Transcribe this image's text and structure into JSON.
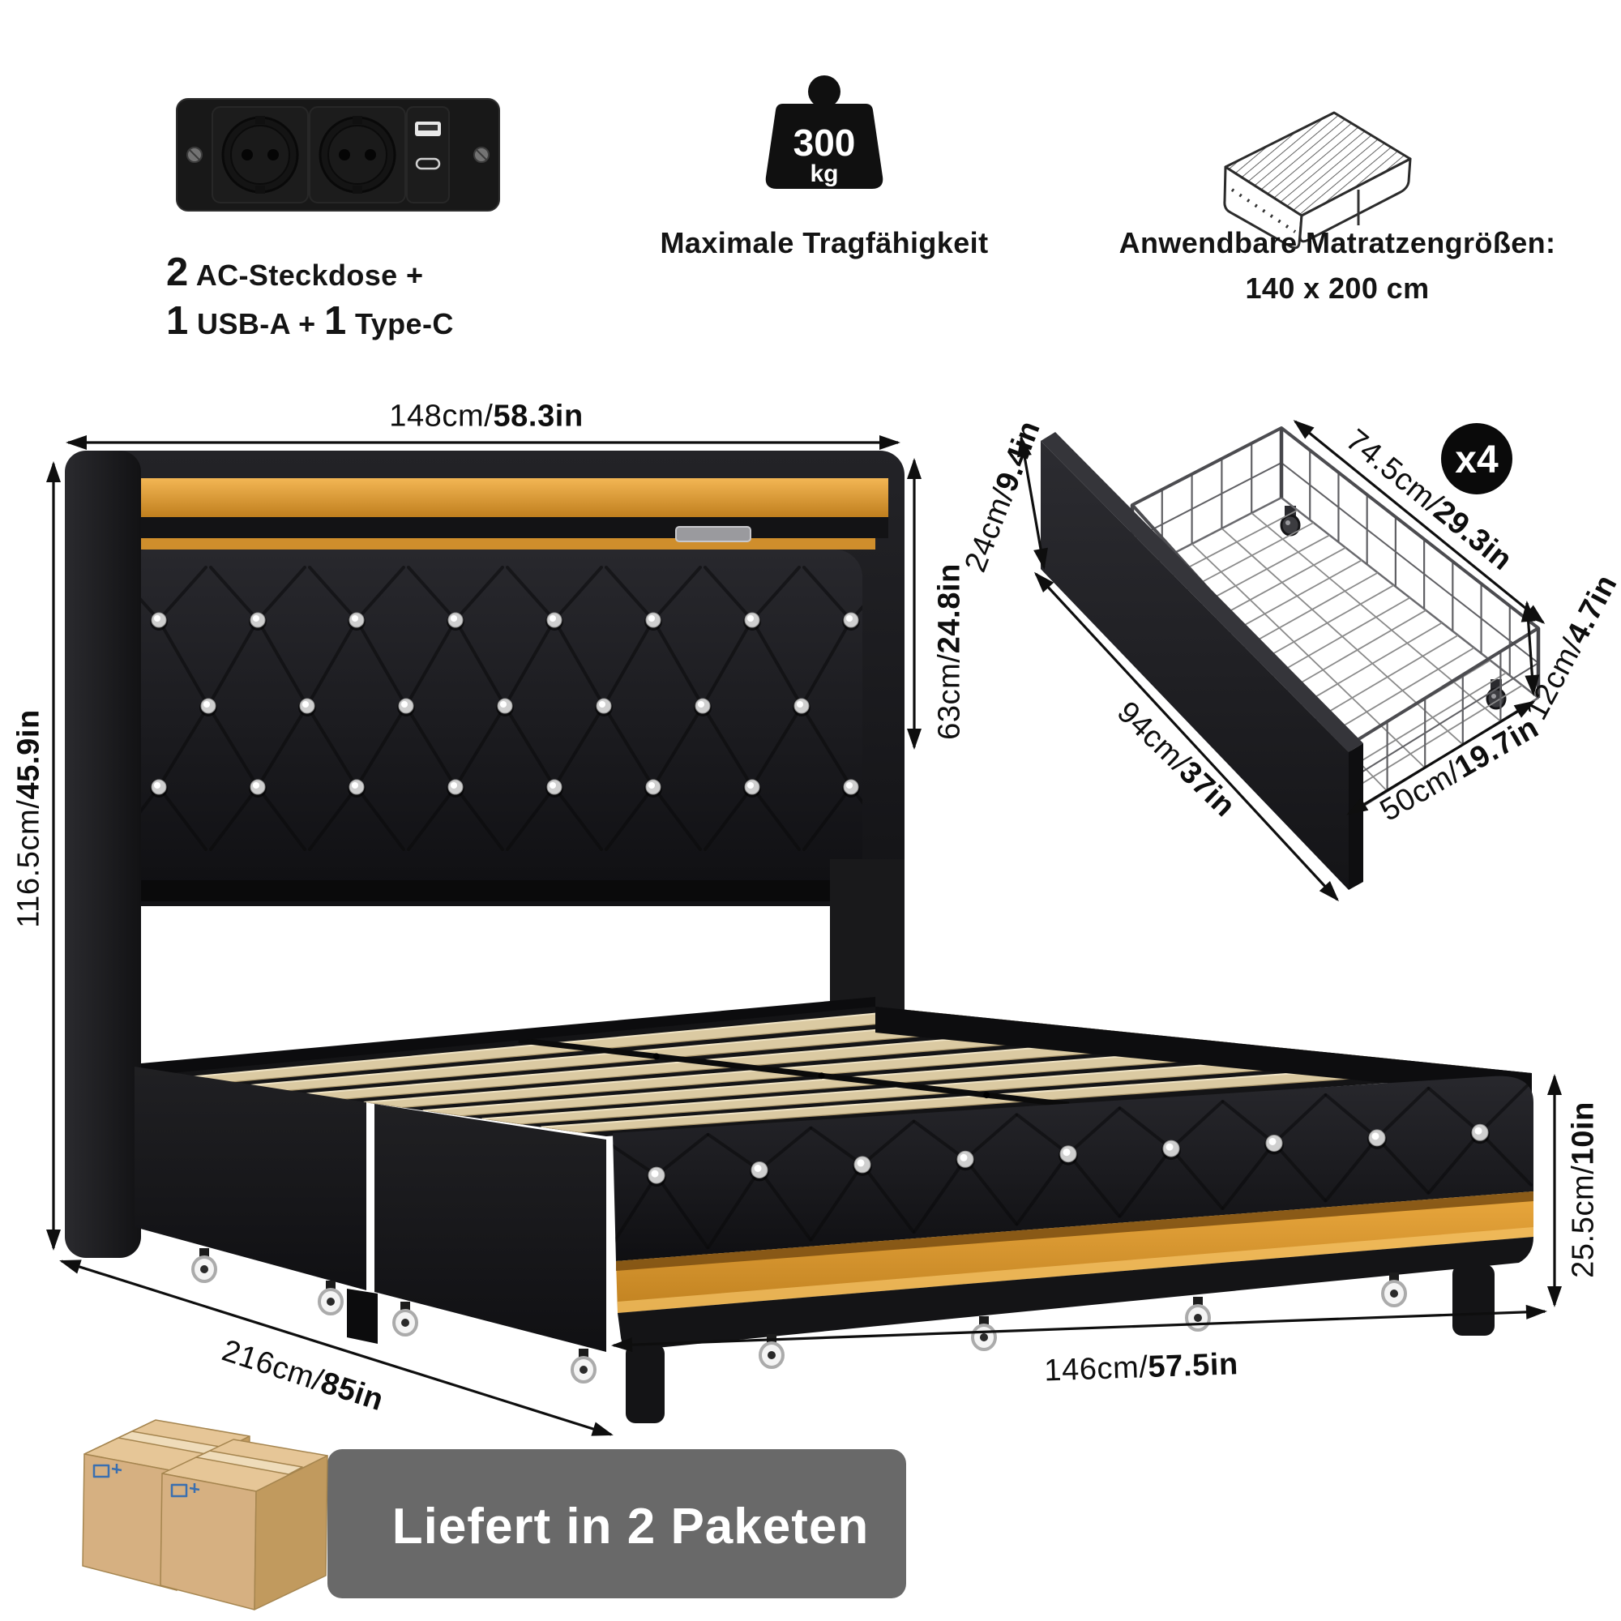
{
  "features": {
    "outlet": {
      "num1": "2",
      "text1": " AC-Steckdose +",
      "num2": "1",
      "text2": " USB-A + ",
      "num3": "1",
      "text3": " Type-C"
    },
    "weight": {
      "value": "300",
      "unit": "kg",
      "caption": "Maximale Tragfähigkeit"
    },
    "mattress": {
      "caption": "Anwendbare Matratzengrößen:",
      "size": "140 x 200 cm"
    }
  },
  "bed_dimensions": {
    "width": {
      "cm": "148cm/",
      "in": "58.3in"
    },
    "height": {
      "cm": "116.5cm/",
      "in": "45.9in"
    },
    "headboard": {
      "cm": "63cm/",
      "in": "24.8in"
    },
    "length": {
      "cm": "216cm/",
      "in": "85in"
    },
    "front_width": {
      "cm": "146cm/",
      "in": "57.5in"
    },
    "base_height": {
      "cm": "25.5cm/",
      "in": "10in"
    }
  },
  "drawer": {
    "quantity": "x4",
    "height": {
      "cm": "24cm/",
      "in": "9.4in"
    },
    "top_width": {
      "cm": "74.5cm/",
      "in": "29.3in"
    },
    "length": {
      "cm": "94cm/",
      "in": "37in"
    },
    "front_width": {
      "cm": "50cm/",
      "in": "19.7in"
    },
    "basket_height": {
      "cm": "12cm/",
      "in": "4.7in"
    }
  },
  "delivery": {
    "banner": "Liefert in 2 Paketen"
  },
  "colors": {
    "led_gold": "#E3A53F",
    "led_gold_dark": "#B97E22",
    "slat_wood": "#DBCAA2",
    "banner_gray": "#696969",
    "leather_black": "#1C1C1E",
    "cardboard": "#D6B081"
  }
}
